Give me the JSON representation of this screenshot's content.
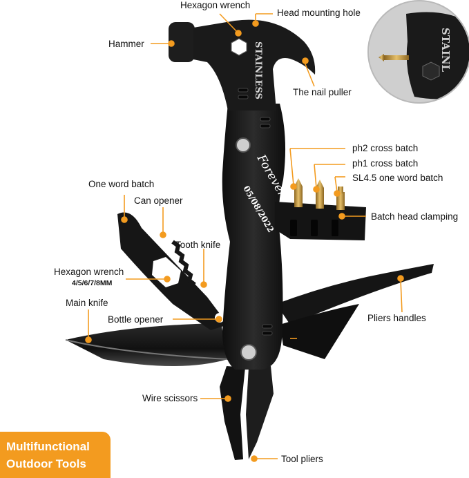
{
  "labels": {
    "hexagon_wrench_top": "Hexagon wrench",
    "head_mounting_hole": "Head mounting hole",
    "hammer": "Hammer",
    "nail_puller": "The nail puller",
    "ph2_cross_batch": "ph2 cross batch",
    "ph1_cross_batch": "ph1 cross batch",
    "sl45_one_word_batch": "SL4.5 one word batch",
    "batch_head_clamping": "Batch head clamping",
    "one_word_batch": "One word batch",
    "can_opener": "Can opener",
    "tooth_knife": "Tooth knife",
    "hexagon_wrench_side": "Hexagon wrench",
    "hexagon_wrench_sizes": "4/5/6/7/8MM",
    "main_knife": "Main knife",
    "bottle_opener": "Bottle opener",
    "pliers_handles": "Pliers handles",
    "wire_scissors": "Wire scissors",
    "tool_pliers": "Tool pliers"
  },
  "engraving": {
    "brand": "STAINLESS",
    "brand_inset": "STAINL",
    "script": "Forever & Always",
    "date": "05/08/2022"
  },
  "badge": {
    "line1": "Multifunctional",
    "line2": "Outdoor Tools"
  },
  "colors": {
    "accent": "#f39b1f",
    "tool_body": "#1b1b1b",
    "bit_gold": "#c89b3c"
  }
}
